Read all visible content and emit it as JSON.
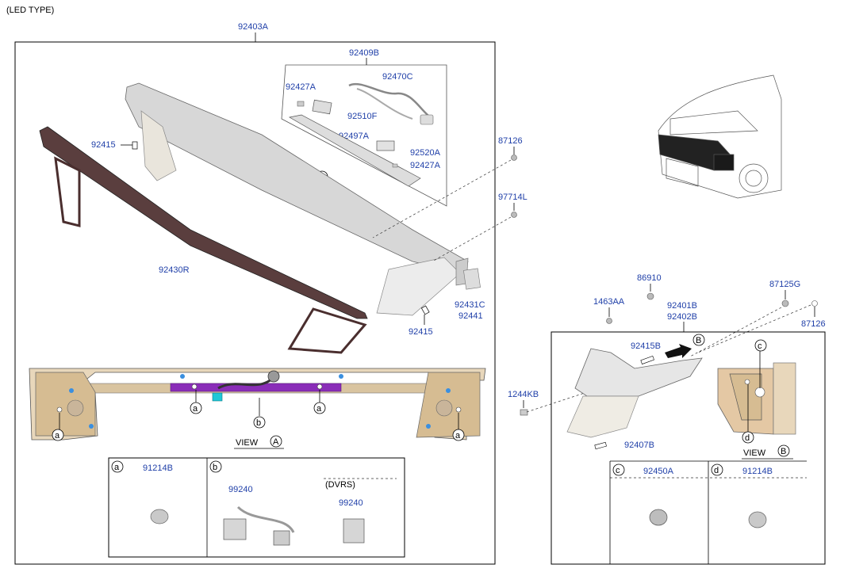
{
  "header": {
    "type_note": "(LED TYPE)"
  },
  "labels": {
    "p92403A": "92403A",
    "p92409B": "92409B",
    "p92427A_1": "92427A",
    "p92470C": "92470C",
    "p92510F": "92510F",
    "p92497A": "92497A",
    "p92520A": "92520A",
    "p92427A_2": "92427A",
    "p87126_1": "87126",
    "p97714L": "97714L",
    "p92415_1": "92415",
    "p92430R": "92430R",
    "p92431C": "92431C",
    "p92441": "92441",
    "p92415_2": "92415",
    "p86910": "86910",
    "p1463AA": "1463AA",
    "p92401B": "92401B",
    "p92402B": "92402B",
    "p87125G": "87125G",
    "p87126_2": "87126",
    "p92415B": "92415B",
    "p1244KB": "1244KB",
    "p92407B": "92407B",
    "p91214B_1": "91214B",
    "p99240_1": "99240",
    "p99240_2": "99240",
    "p92450A": "92450A",
    "p91214B_2": "91214B"
  },
  "callouts": {
    "A": "A",
    "B": "B",
    "a": "a",
    "b": "b",
    "c": "c",
    "d": "d",
    "view": "VIEW",
    "dvrs": "(DVRS)"
  }
}
